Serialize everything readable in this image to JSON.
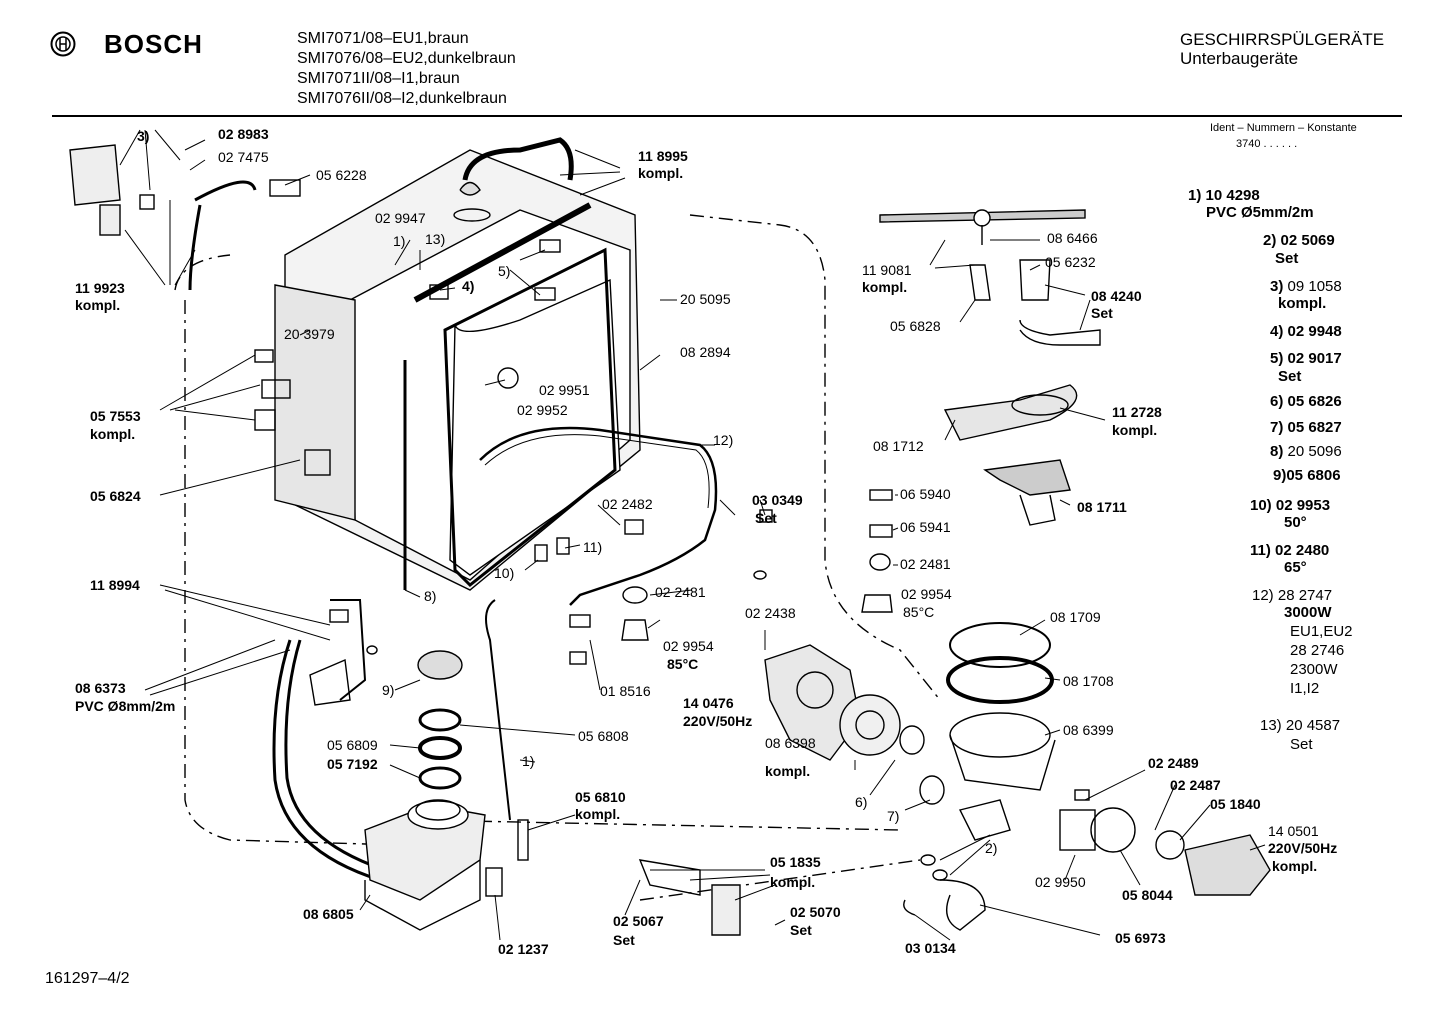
{
  "header": {
    "brand": "BOSCH",
    "models": [
      "SMI7071/08–EU1,braun",
      "SMI7076/08–EU2,dunkelbraun",
      "SMI7071II/08–I1,braun",
      "SMI7076II/08–I2,dunkelbraun"
    ],
    "category": "GESCHIRRSPÜLGERÄTE",
    "subcategory": "Unterbaugeräte",
    "ident_title": "Ident – Nummern – Konstante",
    "ident_value": "3740 . . . . . ."
  },
  "footer": {
    "doc_number": "161297–4/2"
  },
  "legend": [
    {
      "num": "1)",
      "lines": [
        "10 4298",
        "PVC Ø5mm/2m"
      ]
    },
    {
      "num": "2)",
      "lines": [
        "02 5069",
        "Set"
      ]
    },
    {
      "num": "3)",
      "lines": [
        "09 1058",
        "kompl."
      ]
    },
    {
      "num": "4)",
      "lines": [
        "02 9948"
      ]
    },
    {
      "num": "5)",
      "lines": [
        "02 9017",
        "Set"
      ]
    },
    {
      "num": "6)",
      "lines": [
        "05 6826"
      ]
    },
    {
      "num": "7)",
      "lines": [
        "05 6827"
      ]
    },
    {
      "num": "8)",
      "lines": [
        "20 5096"
      ]
    },
    {
      "num": "9)",
      "lines": [
        "05 6806"
      ]
    },
    {
      "num": "10)",
      "lines": [
        "02 9953",
        "50°"
      ]
    },
    {
      "num": "11)",
      "lines": [
        "02 2480",
        "65°"
      ]
    },
    {
      "num": "12)",
      "lines": [
        "28 2747",
        "3000W",
        "EU1,EU2",
        "28 2746",
        "2300W",
        "I1,I2"
      ]
    },
    {
      "num": "13)",
      "lines": [
        "20 4587",
        "Set"
      ]
    }
  ],
  "parts": [
    {
      "text": "3)"
    },
    {
      "text": "02 8983"
    },
    {
      "text": "02 7475"
    },
    {
      "text": "05 6228"
    },
    {
      "text": "11 9923"
    },
    {
      "text": "kompl."
    },
    {
      "text": "02 9947"
    },
    {
      "text": "1)"
    },
    {
      "text": "13)"
    },
    {
      "text": "4)"
    },
    {
      "text": "5)"
    },
    {
      "text": "11 8995"
    },
    {
      "text": "kompl."
    },
    {
      "text": "20 5095"
    },
    {
      "text": "08 2894"
    },
    {
      "text": "20 3979"
    },
    {
      "text": "02 9951"
    },
    {
      "text": "02 9952"
    },
    {
      "text": "05 7553"
    },
    {
      "text": "kompl."
    },
    {
      "text": "05 6824"
    },
    {
      "text": "12)"
    },
    {
      "text": "02 2482"
    },
    {
      "text": "03 0349"
    },
    {
      "text": "Set"
    },
    {
      "text": "11)"
    },
    {
      "text": "10)"
    },
    {
      "text": "8)"
    },
    {
      "text": "11 8994"
    },
    {
      "text": "02 2481"
    },
    {
      "text": "02 9954"
    },
    {
      "text": "85°C"
    },
    {
      "text": "08 6373"
    },
    {
      "text": "PVC Ø8mm/2m"
    },
    {
      "text": "9)"
    },
    {
      "text": "05 6808"
    },
    {
      "text": "01 8516"
    },
    {
      "text": "05 6809"
    },
    {
      "text": "05 7192"
    },
    {
      "text": "1)"
    },
    {
      "text": "05 6810"
    },
    {
      "text": "kompl."
    },
    {
      "text": "08 6805"
    },
    {
      "text": "02 1237"
    },
    {
      "text": "05 1835"
    },
    {
      "text": "kompl."
    },
    {
      "text": "02 5067"
    },
    {
      "text": "Set"
    },
    {
      "text": "02 5070"
    },
    {
      "text": "Set"
    },
    {
      "text": "02 2438"
    },
    {
      "text": "14 0476"
    },
    {
      "text": "220V/50Hz"
    },
    {
      "text": "08 6398"
    },
    {
      "text": "kompl."
    },
    {
      "text": "6)"
    },
    {
      "text": "7)"
    },
    {
      "text": "2)"
    },
    {
      "text": "03 0134"
    },
    {
      "text": "05 6973"
    },
    {
      "text": "02 9950"
    },
    {
      "text": "05 8044"
    },
    {
      "text": "02 2489"
    },
    {
      "text": "02 2487"
    },
    {
      "text": "05 1840"
    },
    {
      "text": "14 0501"
    },
    {
      "text": "220V/50Hz"
    },
    {
      "text": "kompl."
    },
    {
      "text": "08 6466"
    },
    {
      "text": "11 9081"
    },
    {
      "text": "kompl."
    },
    {
      "text": "05 6232"
    },
    {
      "text": "08 4240"
    },
    {
      "text": "Set"
    },
    {
      "text": "05 6828"
    },
    {
      "text": "11 2728"
    },
    {
      "text": "kompl."
    },
    {
      "text": "08 1712"
    },
    {
      "text": "08 1711"
    },
    {
      "text": "06 5940"
    },
    {
      "text": "06 5941"
    },
    {
      "text": "02 2481"
    },
    {
      "text": "02 9954"
    },
    {
      "text": "85°C"
    },
    {
      "text": "08 1709"
    },
    {
      "text": "08 1708"
    },
    {
      "text": "08 6399"
    }
  ]
}
